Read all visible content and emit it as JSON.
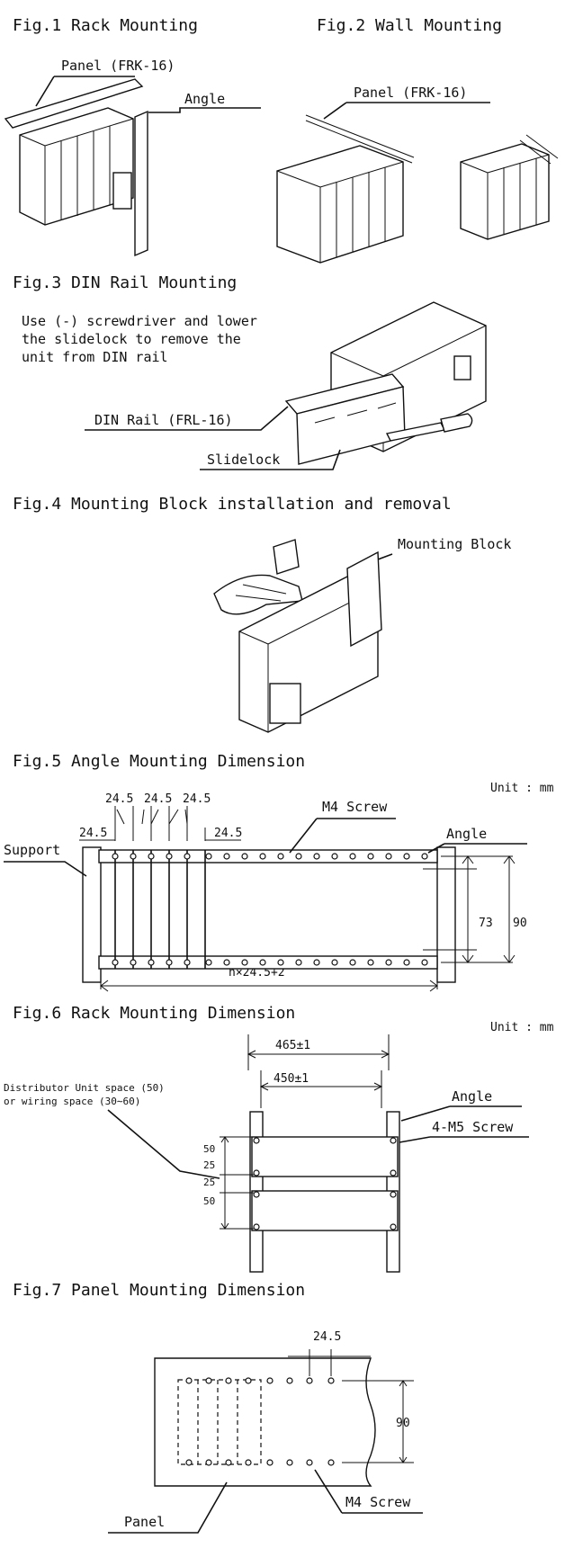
{
  "figures": {
    "fig1": {
      "title": "Fig.1  Rack Mounting",
      "panel_label": "Panel (FRK-16)",
      "angle_label": "Angle"
    },
    "fig2": {
      "title": "Fig.2  Wall Mounting",
      "panel_label": "Panel (FRK-16)"
    },
    "fig3": {
      "title": "Fig.3  DIN Rail Mounting",
      "note_lines": [
        "Use (-) screwdriver and lower",
        "the slidelock to remove the",
        "unit from DIN rail"
      ],
      "din_rail_label": "DIN Rail (FRL-16)",
      "slidelock_label": "Slidelock"
    },
    "fig4": {
      "title": "Fig.4  Mounting Block installation and removal",
      "block_label": "Mounting Block"
    },
    "fig5": {
      "title": "Fig.5  Angle Mounting Dimension",
      "unit": "Unit : mm",
      "pitch_labels": [
        "24.5",
        "24.5",
        "24.5"
      ],
      "left_pitch": "24.5",
      "right_pitch": "24.5",
      "screw_label": "M4  Screw",
      "support_label": "Support",
      "angle_label": "Angle",
      "dim_inner": "73",
      "dim_outer": "90",
      "length_formula": "n×24.5+2"
    },
    "fig6": {
      "title": "Fig.6  Rack Mounting Dimension",
      "unit": "Unit : mm",
      "outer_width": "465±1",
      "inner_width": "450±1",
      "distributor_line1": "Distributor Unit space (50)",
      "distributor_line2": "or wiring space (30∼60)",
      "angle_label": "Angle",
      "screw_label": "4-M5 Screw",
      "heights": [
        "50",
        "25",
        "25",
        "50"
      ]
    },
    "fig7": {
      "title": "Fig.7  Panel Mounting Dimension",
      "pitch": "24.5",
      "height": "90",
      "panel_label": "Panel",
      "screw_label": "M4 Screw"
    }
  }
}
